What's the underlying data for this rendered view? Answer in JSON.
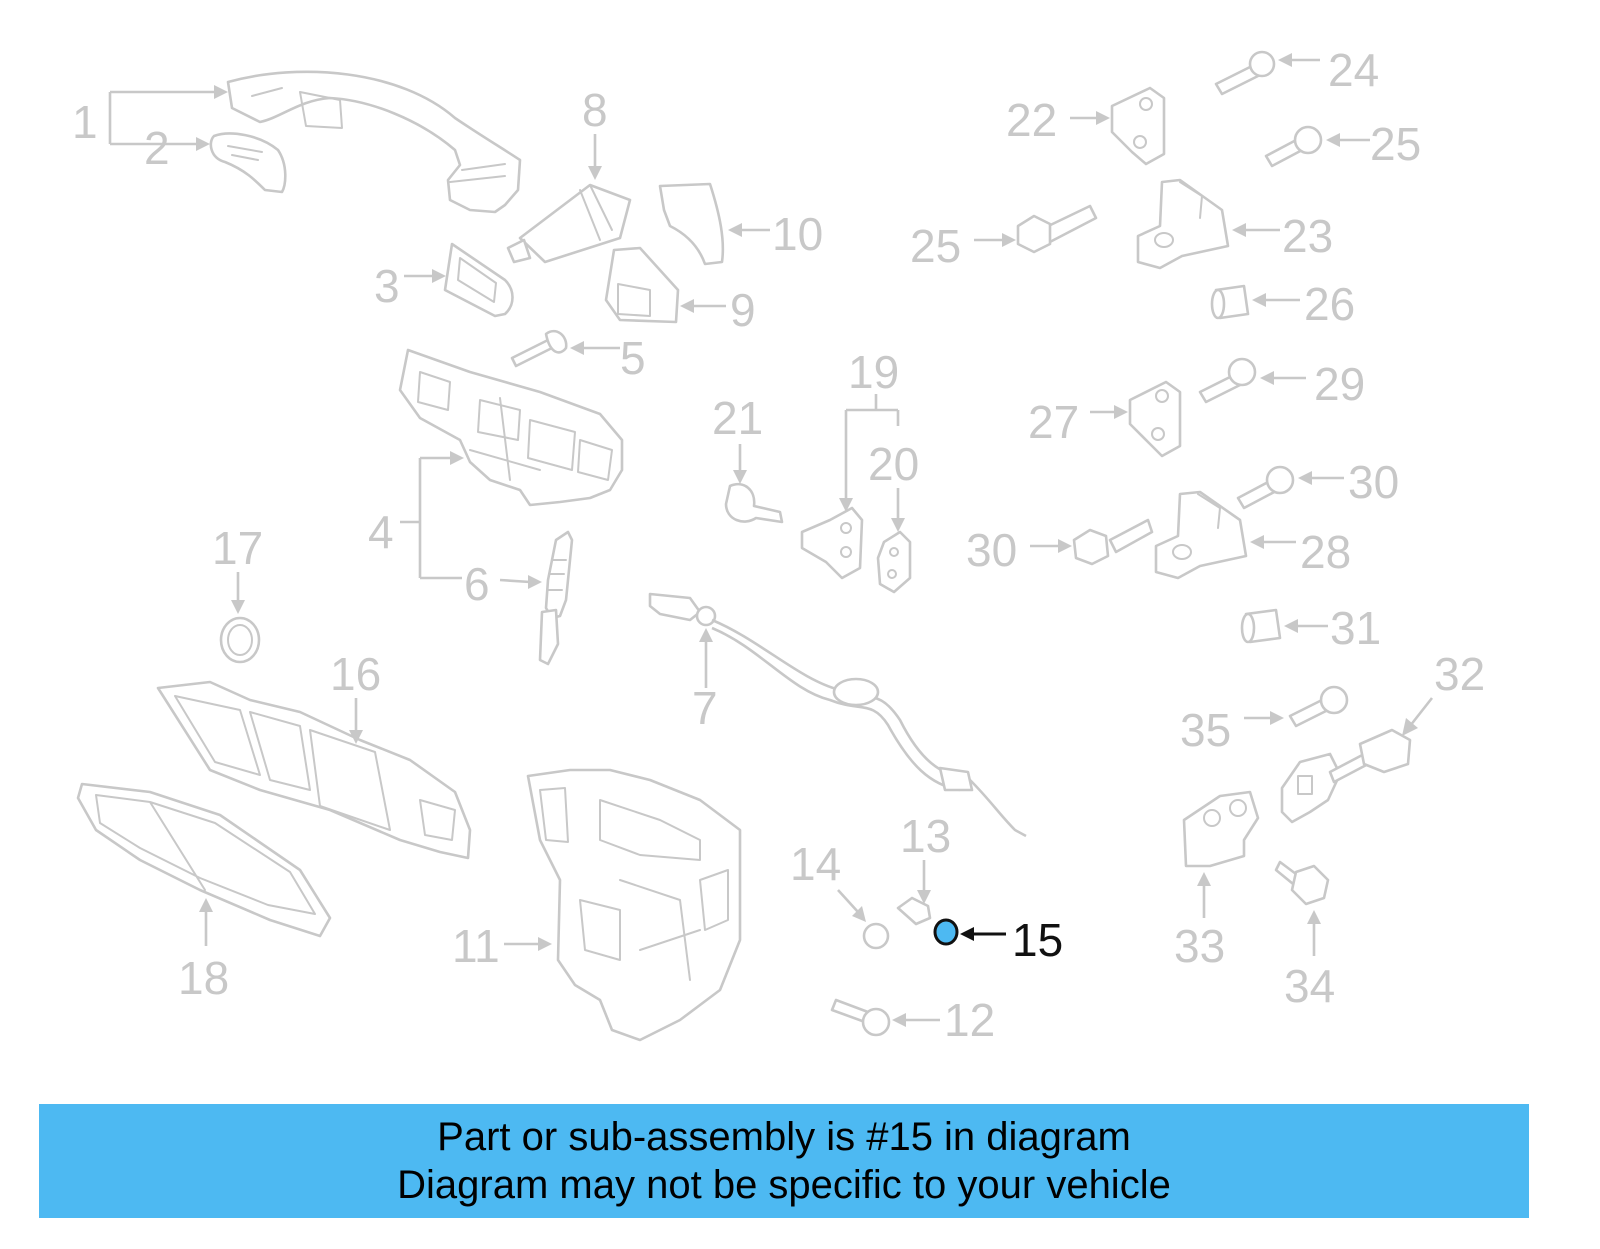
{
  "highlight": {
    "color": "#4db9f2",
    "outline": "#111111",
    "callout": "15"
  },
  "diagram": {
    "callouts": [
      "1",
      "2",
      "3",
      "4",
      "5",
      "6",
      "7",
      "8",
      "9",
      "10",
      "11",
      "12",
      "13",
      "14",
      "15",
      "16",
      "17",
      "18",
      "19",
      "20",
      "21",
      "22",
      "23",
      "24",
      "25",
      "26",
      "27",
      "28",
      "29",
      "30",
      "31",
      "32",
      "33",
      "34",
      "35"
    ],
    "line_color": "#c8c8c8"
  },
  "banner": {
    "background": "#4db9f2",
    "line1": "Part or sub-assembly is #15 in diagram",
    "line2": "Diagram may not be specific to your vehicle"
  }
}
